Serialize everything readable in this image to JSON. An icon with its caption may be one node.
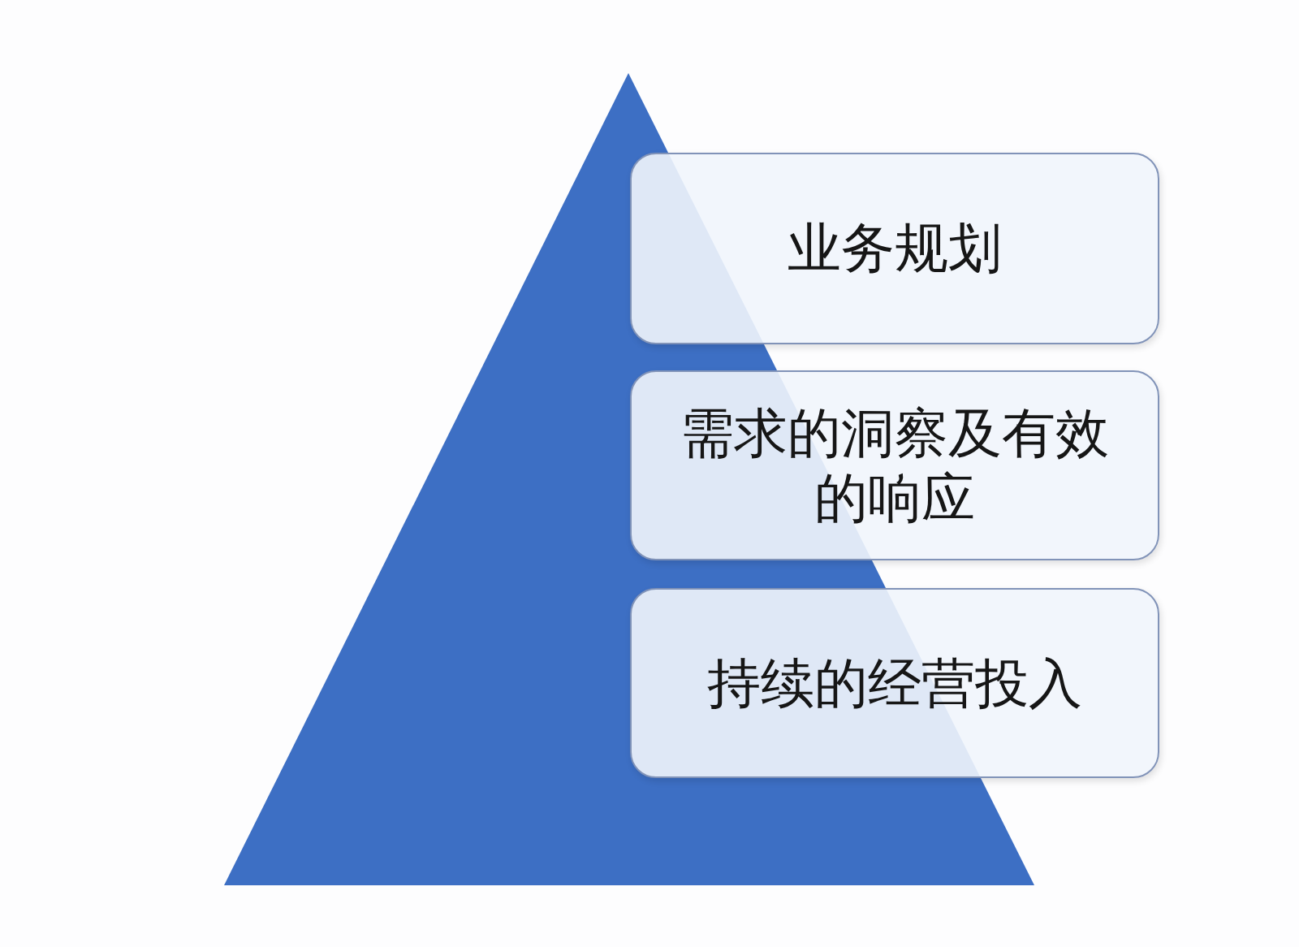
{
  "diagram": {
    "nodes": [
      {
        "text": [
          "业务规划"
        ]
      },
      {
        "text": [
          "需求的洞察及有效的响应"
        ]
      },
      {
        "text": [
          "持续的经营投入"
        ]
      }
    ]
  }
}
